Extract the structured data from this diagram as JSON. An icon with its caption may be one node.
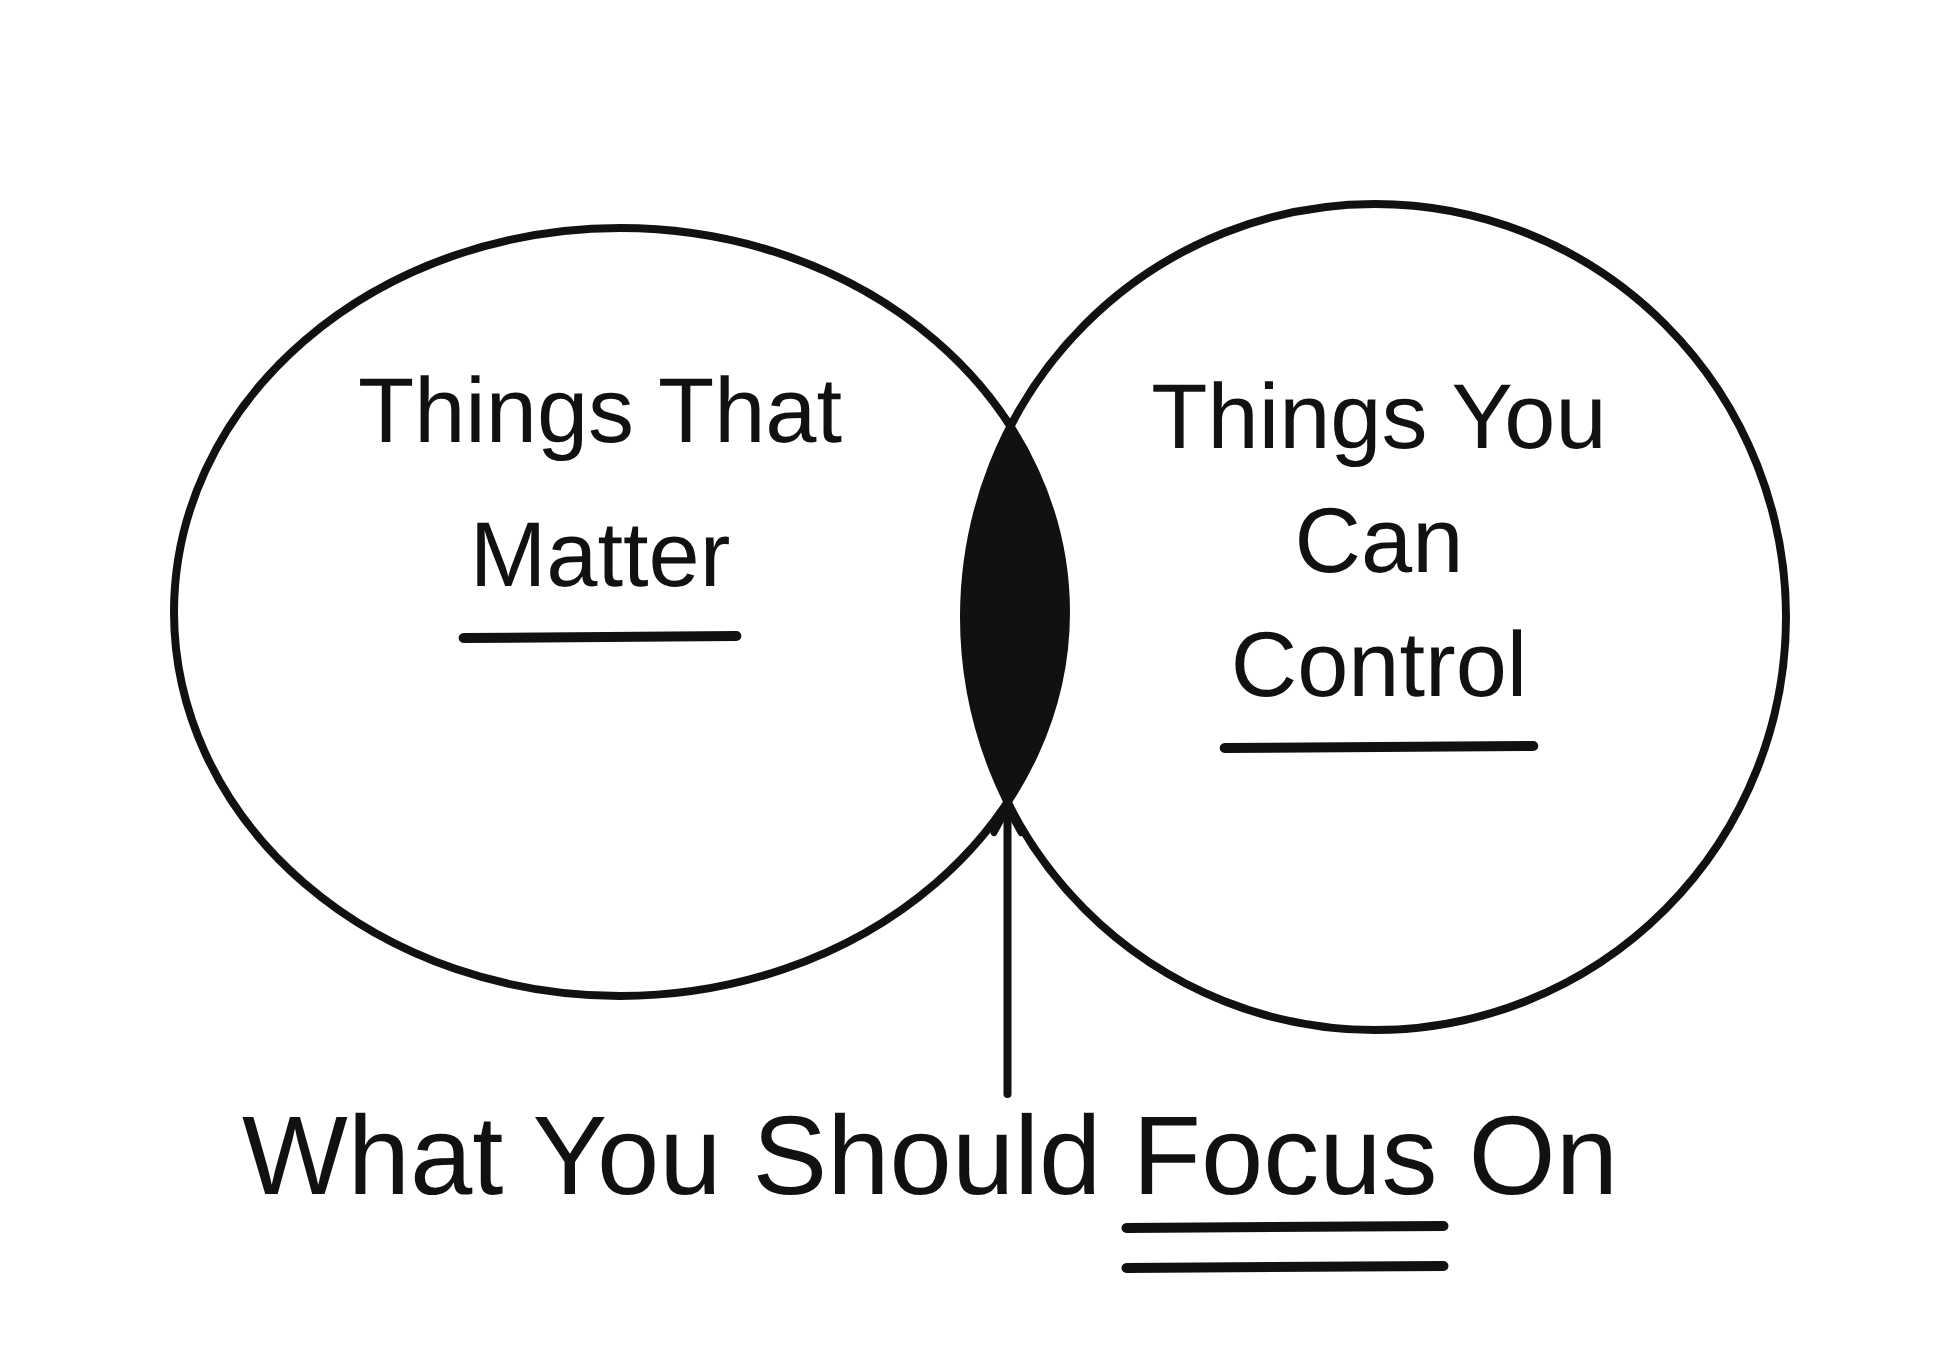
{
  "diagram": {
    "nodes": [
      {
        "text": [
          "Things That Matter"
        ]
      },
      {
        "text": [
          "Things You Can Control"
        ]
      },
      {
        "text": [],
        "shape": "lens"
      },
      {
        "text": [
          "What You Should Focus On"
        ]
      }
    ],
    "edges": [
      {
        "from": 3,
        "to": 2,
        "arrow": "to"
      }
    ]
  }
}
